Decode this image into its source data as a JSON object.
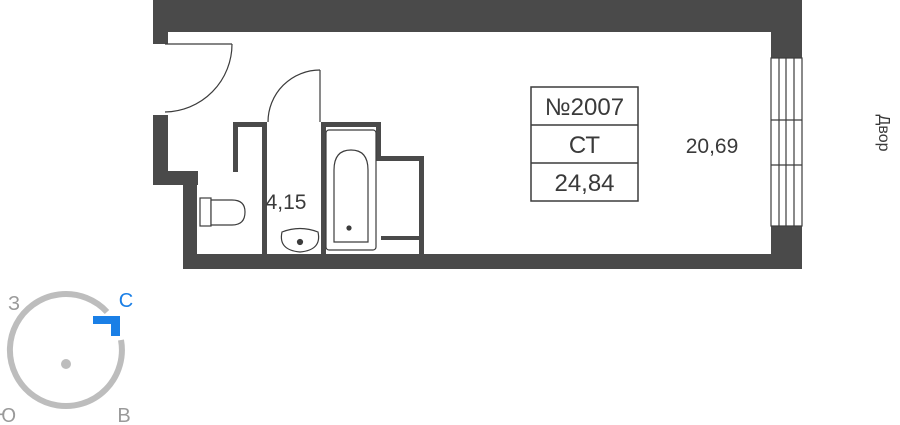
{
  "apartment": {
    "number": "№2007",
    "type": "СТ",
    "total_area": "24,84"
  },
  "rooms": {
    "living_area": "20,69",
    "bathroom_area": "4,15"
  },
  "window_side_label": "Двор",
  "compass": {
    "north": "С",
    "west": "З",
    "south": "Ю",
    "east": "В"
  },
  "colors": {
    "wall": "#4a4a4a",
    "outline": "#3c3c3c",
    "compass_ring": "#bdbdbd",
    "compass_accent": "#1a7fe6"
  }
}
